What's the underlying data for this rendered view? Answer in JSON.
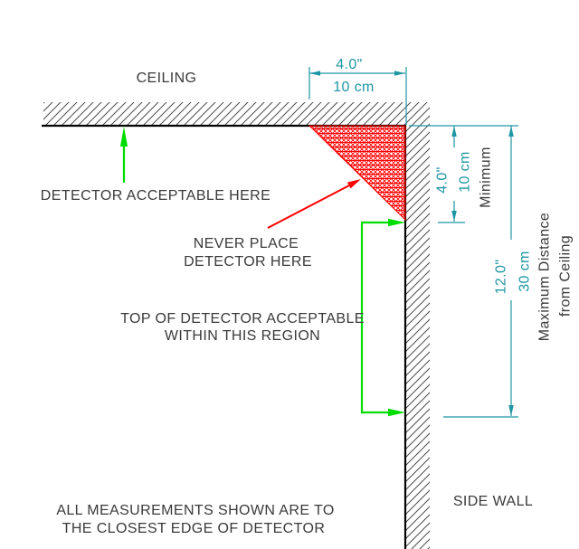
{
  "diagram": {
    "ceiling_label": "CEILING",
    "side_wall_label": "SIDE WALL",
    "detector_acceptable_label": "DETECTOR ACCEPTABLE HERE",
    "never_place": {
      "line1": "NEVER PLACE",
      "line2": "DETECTOR HERE"
    },
    "acceptable_region": {
      "line1": "TOP OF DETECTOR ACCEPTABLE",
      "line2": "WITHIN THIS REGION"
    },
    "footnote": {
      "line1": "ALL MEASUREMENTS SHOWN ARE TO",
      "line2": "THE CLOSEST EDGE OF DETECTOR"
    }
  },
  "dimensions": {
    "ceiling_offset": {
      "inches": "4.0\"",
      "metric": "10 cm"
    },
    "wall_top_min": {
      "inches": "4.0\"",
      "metric": "10 cm",
      "qualifier": "Minimum"
    },
    "wall_max": {
      "inches": "12.0\"",
      "metric": "30 cm",
      "qualifier_line1": "Maximum Distance",
      "qualifier_line2": "from Ceiling"
    }
  },
  "colors": {
    "dimension": "#1f96a3",
    "acceptable": "#00dd00",
    "exclusion": "#ff0000",
    "structure": "#000000",
    "hatch": "#4d4d4d",
    "text": "#3a3a3a"
  }
}
